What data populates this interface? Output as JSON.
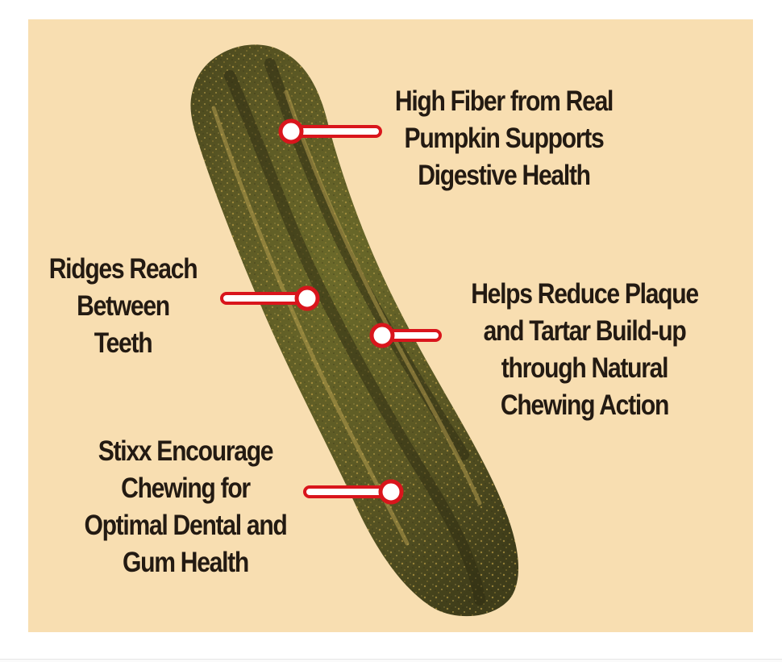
{
  "image": {
    "subject": "dog dental chew stick",
    "background_color": "#f8deb1",
    "text_color": "#231a12",
    "pointer_color": "#d9151c"
  },
  "callouts": {
    "fiber": {
      "lines": [
        "High Fiber from Real",
        "Pumpkin Supports",
        "Digestive Health"
      ]
    },
    "ridges": {
      "lines": [
        "Ridges Reach",
        "Between",
        "Teeth"
      ]
    },
    "plaque": {
      "lines": [
        "Helps Reduce Plaque",
        "and Tartar Build-up",
        "through Natural",
        "Chewing Action"
      ]
    },
    "stixx": {
      "lines": [
        "Stixx Encourage",
        "Chewing for",
        "Optimal Dental and",
        "Gum Health"
      ]
    }
  }
}
